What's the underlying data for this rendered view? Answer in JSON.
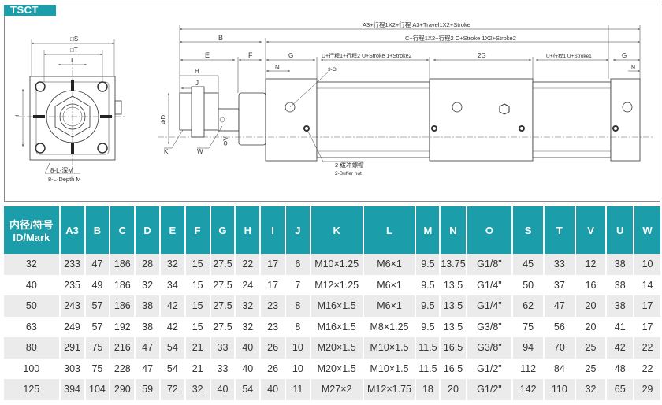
{
  "model_tag": "TSCT",
  "drawing": {
    "front_view": {
      "square_s": "□S",
      "square_t": "□T",
      "dim_i": "I",
      "dim_t": "T",
      "holes_cn": "8-L-深M",
      "holes_en": "8-L-Depth M"
    },
    "side_view": {
      "overall": "A3+行程1X2+行程  A3+Travel1X2+Stroke",
      "b": "B",
      "c": "C+行程1X2+行程2  C+Stroke 1X2+Stroke2",
      "e": "E",
      "f": "F",
      "g_left": "G",
      "u1": "U+行程1+行程2  U+Stroke 1+Stroke2",
      "two_g": "2G",
      "u2": "U+行程1  U+Stroke1",
      "g_right": "G",
      "n_left": "N",
      "n_right": "N",
      "h": "H",
      "j": "J",
      "port": "3-O",
      "phi_d": "ΦD",
      "phi_v": "ΦV",
      "k": "K",
      "w": "W",
      "buffer_cn": "2-缓冲螺帽",
      "buffer_en": "2-Buffer nut"
    }
  },
  "table": {
    "header_cn": "内径/符号",
    "header_en": "ID/Mark",
    "columns": [
      "A3",
      "B",
      "C",
      "D",
      "E",
      "F",
      "G",
      "H",
      "I",
      "J",
      "K",
      "L",
      "M",
      "N",
      "O",
      "S",
      "T",
      "V",
      "U",
      "W"
    ],
    "rows": [
      [
        "32",
        "233",
        "47",
        "186",
        "28",
        "32",
        "15",
        "27.5",
        "22",
        "17",
        "6",
        "M10×1.25",
        "M6×1",
        "9.5",
        "13.75",
        "G1/8\"",
        "45",
        "33",
        "12",
        "38",
        "10"
      ],
      [
        "40",
        "235",
        "49",
        "186",
        "32",
        "34",
        "15",
        "27.5",
        "24",
        "17",
        "7",
        "M12×1.25",
        "M6×1",
        "9.5",
        "13.5",
        "G1/4\"",
        "50",
        "37",
        "16",
        "38",
        "14"
      ],
      [
        "50",
        "243",
        "57",
        "186",
        "38",
        "42",
        "15",
        "27.5",
        "32",
        "23",
        "8",
        "M16×1.5",
        "M6×1",
        "9.5",
        "13.5",
        "G1/4\"",
        "62",
        "47",
        "20",
        "38",
        "17"
      ],
      [
        "63",
        "249",
        "57",
        "192",
        "38",
        "42",
        "15",
        "27.5",
        "32",
        "23",
        "8",
        "M16×1.5",
        "M8×1.25",
        "9.5",
        "13.5",
        "G3/8\"",
        "75",
        "56",
        "20",
        "41",
        "17"
      ],
      [
        "80",
        "291",
        "75",
        "216",
        "47",
        "54",
        "21",
        "33",
        "40",
        "26",
        "10",
        "M20×1.5",
        "M10×1.5",
        "11.5",
        "16.5",
        "G3/8\"",
        "94",
        "70",
        "25",
        "42",
        "22"
      ],
      [
        "100",
        "303",
        "75",
        "228",
        "47",
        "54",
        "21",
        "33",
        "40",
        "26",
        "10",
        "M20×1.5",
        "M10×1.5",
        "11.5",
        "16.5",
        "G1/2\"",
        "112",
        "84",
        "25",
        "48",
        "22"
      ],
      [
        "125",
        "394",
        "104",
        "290",
        "59",
        "72",
        "32",
        "40",
        "54",
        "40",
        "11",
        "M27×2",
        "M12×1.75",
        "18",
        "20",
        "G1/2\"",
        "142",
        "110",
        "32",
        "65",
        "29"
      ]
    ]
  },
  "colors": {
    "header": "#1b9ea9",
    "row_alt": "#ebebeb"
  }
}
